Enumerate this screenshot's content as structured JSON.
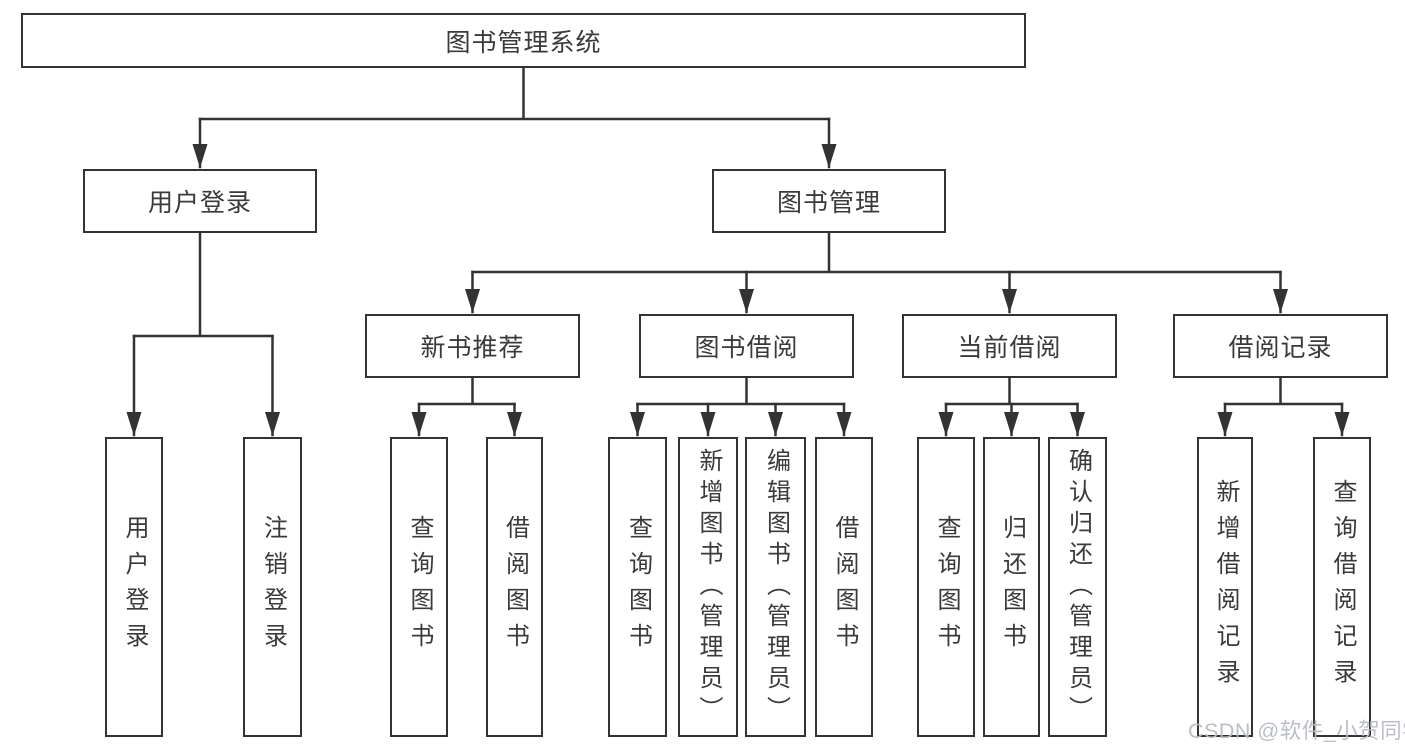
{
  "tree": {
    "label": "图书管理系统",
    "children": [
      {
        "label": "用户登录",
        "children": [
          {
            "label": "用户登录"
          },
          {
            "label": "注销登录"
          }
        ]
      },
      {
        "label": "图书管理",
        "children": [
          {
            "label": "新书推荐",
            "children": [
              {
                "label": "查询图书"
              },
              {
                "label": "借阅图书"
              }
            ]
          },
          {
            "label": "图书借阅",
            "children": [
              {
                "label": "查询图书"
              },
              {
                "label": "新增图书（管理员）"
              },
              {
                "label": "编辑图书（管理员）"
              },
              {
                "label": "借阅图书"
              }
            ]
          },
          {
            "label": "当前借阅",
            "children": [
              {
                "label": "查询图书"
              },
              {
                "label": "归还图书"
              },
              {
                "label": "确认归还（管理员）"
              }
            ]
          },
          {
            "label": "借阅记录",
            "children": [
              {
                "label": "新增借阅记录"
              },
              {
                "label": "查询借阅记录"
              }
            ]
          }
        ]
      }
    ]
  },
  "watermark": {
    "text": "CSDN @软件_小贺同学"
  },
  "colors": {
    "line": "#333333",
    "box_border": "#333333",
    "text": "#3a3a3a",
    "background": "#ffffff",
    "watermark": "#b7bcc2"
  }
}
